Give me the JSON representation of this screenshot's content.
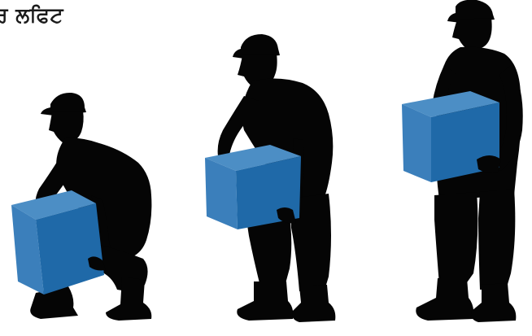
{
  "title": "ਰ ਲਫਿਟ",
  "colors": {
    "silhouette": "#050505",
    "box_front": "#1f69a8",
    "box_side": "#0d4f8c",
    "box_top": "#4c8ec5",
    "background": "#ffffff"
  },
  "figures": [
    {
      "pose": "squat",
      "icon": "worker-squat-silhouette"
    },
    {
      "pose": "bent",
      "icon": "worker-bent-silhouette"
    },
    {
      "pose": "standing",
      "icon": "worker-standing-silhouette"
    }
  ],
  "footer_text": ""
}
